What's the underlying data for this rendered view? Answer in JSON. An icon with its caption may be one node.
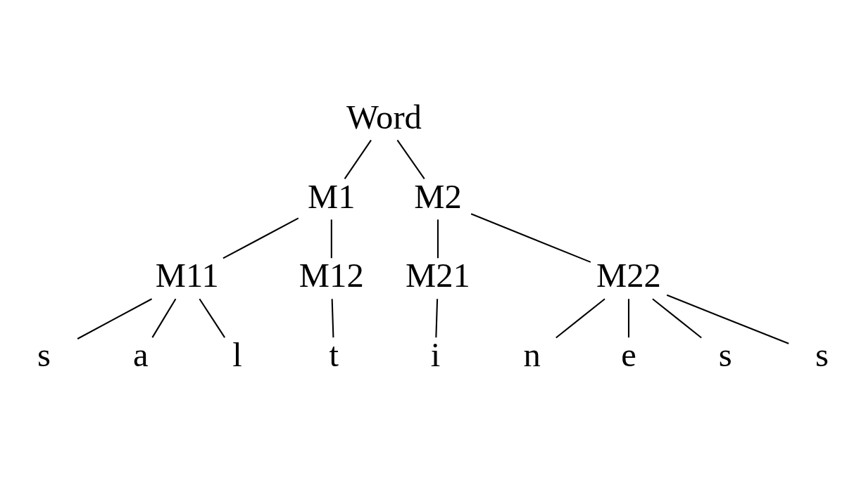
{
  "diagram": {
    "nodes": [
      {
        "text": [
          "Word"
        ]
      },
      {
        "text": [
          "M1"
        ]
      },
      {
        "text": [
          "M2"
        ]
      },
      {
        "text": [
          "M11"
        ]
      },
      {
        "text": [
          "M12"
        ]
      },
      {
        "text": [
          "M21"
        ]
      },
      {
        "text": [
          "M22"
        ]
      },
      {
        "text": [
          "s"
        ]
      },
      {
        "text": [
          "a"
        ]
      },
      {
        "text": [
          "l"
        ]
      },
      {
        "text": [
          "t"
        ]
      },
      {
        "text": [
          "i"
        ]
      },
      {
        "text": [
          "n"
        ]
      },
      {
        "text": [
          "e"
        ]
      },
      {
        "text": [
          "s"
        ]
      },
      {
        "text": [
          "s"
        ]
      }
    ],
    "edges": [
      {
        "from": 0,
        "to": 1,
        "arrow": "none"
      },
      {
        "from": 0,
        "to": 2,
        "arrow": "none"
      },
      {
        "from": 1,
        "to": 3,
        "arrow": "none"
      },
      {
        "from": 1,
        "to": 4,
        "arrow": "none"
      },
      {
        "from": 2,
        "to": 5,
        "arrow": "none"
      },
      {
        "from": 2,
        "to": 6,
        "arrow": "none"
      },
      {
        "from": 3,
        "to": 7,
        "arrow": "none"
      },
      {
        "from": 3,
        "to": 8,
        "arrow": "none"
      },
      {
        "from": 3,
        "to": 9,
        "arrow": "none"
      },
      {
        "from": 4,
        "to": 10,
        "arrow": "none"
      },
      {
        "from": 5,
        "to": 11,
        "arrow": "none"
      },
      {
        "from": 6,
        "to": 12,
        "arrow": "none"
      },
      {
        "from": 6,
        "to": 13,
        "arrow": "none"
      },
      {
        "from": 6,
        "to": 14,
        "arrow": "none"
      },
      {
        "from": 6,
        "to": 15,
        "arrow": "none"
      }
    ]
  }
}
